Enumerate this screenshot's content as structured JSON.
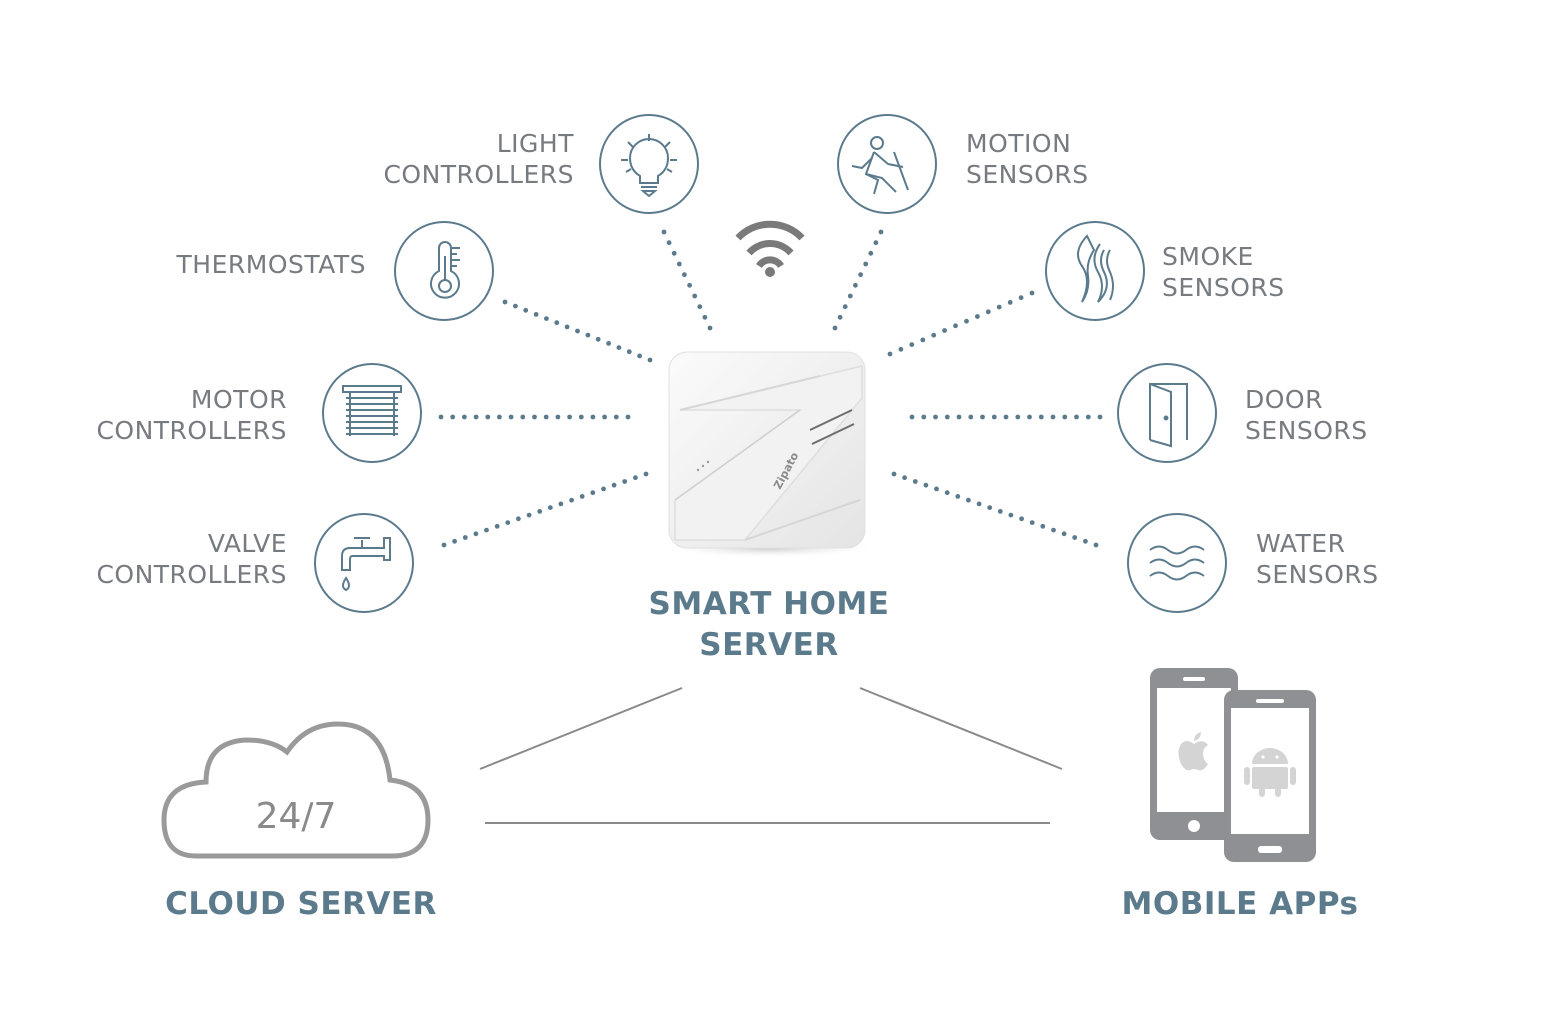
{
  "colors": {
    "accent": "#5b7b8d",
    "icon_stroke": "#5b7b8d",
    "dots": "#5b7b8d",
    "label": "#777b80",
    "line": "#8a8a8a",
    "phone": "#8e9093",
    "cloud": "#9a9a9a"
  },
  "hub": {
    "title_line1": "SMART HOME",
    "title_line2": "SERVER",
    "device_brand": "Zipato"
  },
  "devices": [
    {
      "id": "light",
      "line1": "LIGHT",
      "line2": "CONTROLLERS",
      "icon": "lightbulb-icon"
    },
    {
      "id": "motion",
      "line1": "MOTION",
      "line2": "SENSORS",
      "icon": "running-person-icon"
    },
    {
      "id": "thermostats",
      "line1": "THERMOSTATS",
      "line2": "",
      "icon": "thermometer-icon"
    },
    {
      "id": "smoke",
      "line1": "SMOKE",
      "line2": "SENSORS",
      "icon": "smoke-icon"
    },
    {
      "id": "motor",
      "line1": "MOTOR",
      "line2": "CONTROLLERS",
      "icon": "blinds-icon"
    },
    {
      "id": "door",
      "line1": "DOOR",
      "line2": "SENSORS",
      "icon": "door-icon"
    },
    {
      "id": "valve",
      "line1": "VALVE",
      "line2": "CONTROLLERS",
      "icon": "faucet-icon"
    },
    {
      "id": "water",
      "line1": "WATER",
      "line2": "SENSORS",
      "icon": "waves-icon"
    }
  ],
  "cloud": {
    "text": "24/7",
    "label": "CLOUD SERVER",
    "icon": "cloud-icon"
  },
  "mobile": {
    "label": "MOBILE APPs",
    "icons": [
      "phone-icon",
      "apple-icon",
      "android-icon"
    ]
  },
  "wifi_icon": "wifi-icon"
}
